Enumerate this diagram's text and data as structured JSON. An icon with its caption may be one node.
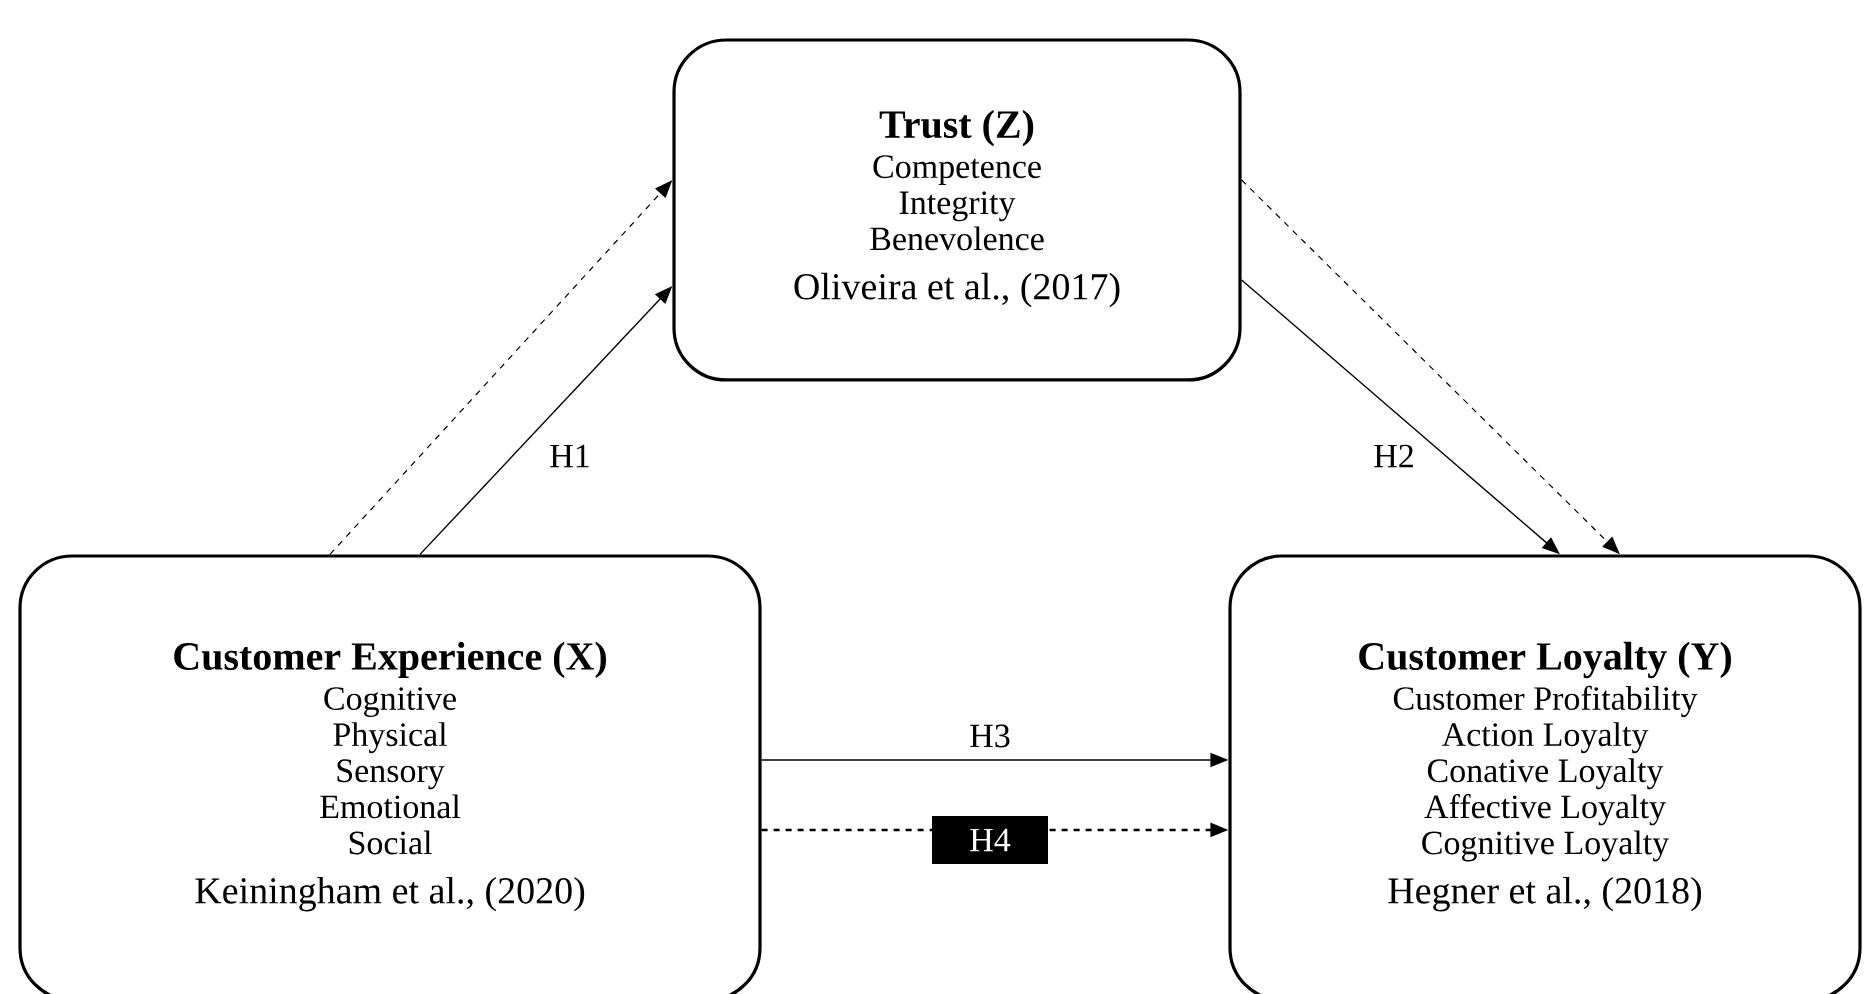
{
  "diagram": {
    "nodes": [
      {
        "text": [
          "Trust (Z)",
          "Competence",
          "Integrity",
          "Benevolence",
          "Oliveira et al., (2017)"
        ]
      },
      {
        "text": [
          "Customer Experience (X)",
          "Cognitive",
          "Physical",
          "Sensory",
          "Emotional",
          "Social",
          "Keiningham et al., (2020)"
        ]
      },
      {
        "text": [
          "Customer Loyalty (Y)",
          "Customer Profitability",
          "Action Loyalty",
          "Conative Loyalty",
          "Affective Loyalty",
          "Cognitive Loyalty",
          "Hegner et al., (2018)"
        ]
      }
    ],
    "edges": [
      {
        "from": 1,
        "to": 0,
        "arrow": "to",
        "style": "dashed"
      },
      {
        "from": 1,
        "to": 0,
        "arrow": "to",
        "label": "H1"
      },
      {
        "from": 0,
        "to": 2,
        "arrow": "to",
        "label": "H2"
      },
      {
        "from": 0,
        "to": 2,
        "arrow": "to",
        "style": "dashed"
      },
      {
        "from": 1,
        "to": 2,
        "arrow": "to",
        "label": "H3"
      },
      {
        "from": 1,
        "to": 2,
        "arrow": "to",
        "style": "dashed",
        "label": "H4"
      }
    ]
  }
}
